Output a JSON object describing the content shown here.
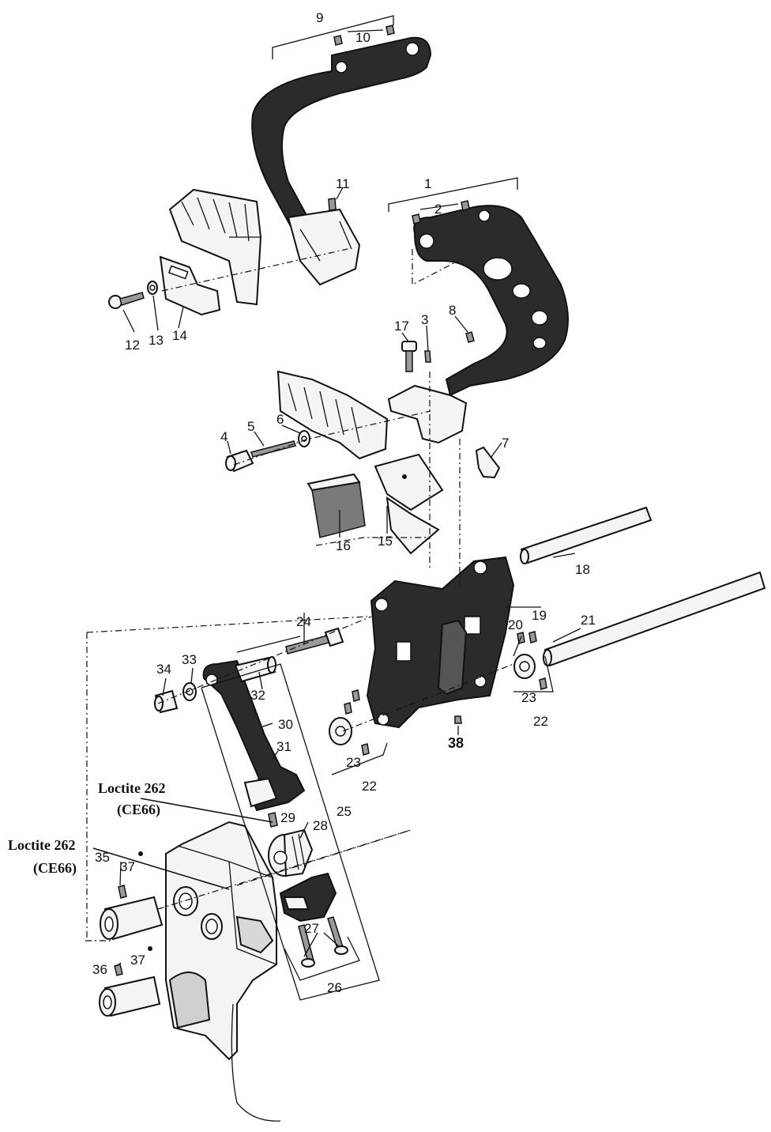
{
  "labels": {
    "l1": "1",
    "l2": "2",
    "l3": "3",
    "l4": "4",
    "l5": "5",
    "l6": "6",
    "l7": "7",
    "l8": "8",
    "l9": "9",
    "l10": "10",
    "l11": "11",
    "l12": "12",
    "l13": "13",
    "l14": "14",
    "l15": "15",
    "l16": "16",
    "l17": "17",
    "l18": "18",
    "l19": "19",
    "l20": "20",
    "l21": "21",
    "l22a": "22",
    "l22b": "22",
    "l23a": "23",
    "l23b": "23",
    "l24": "24",
    "l25": "25",
    "l26": "26",
    "l27": "27",
    "l28": "28",
    "l29": "29",
    "l30": "30",
    "l31": "31",
    "l32": "32",
    "l33": "33",
    "l34": "34",
    "l35": "35",
    "l36": "36",
    "l37a": "37",
    "l37b": "37",
    "l38": "38"
  },
  "notes": {
    "upper": {
      "line1": "Loctite 262",
      "line2": "(CE66)"
    },
    "lower": {
      "line1": "Loctite 262",
      "line2": "(CE66)"
    }
  }
}
